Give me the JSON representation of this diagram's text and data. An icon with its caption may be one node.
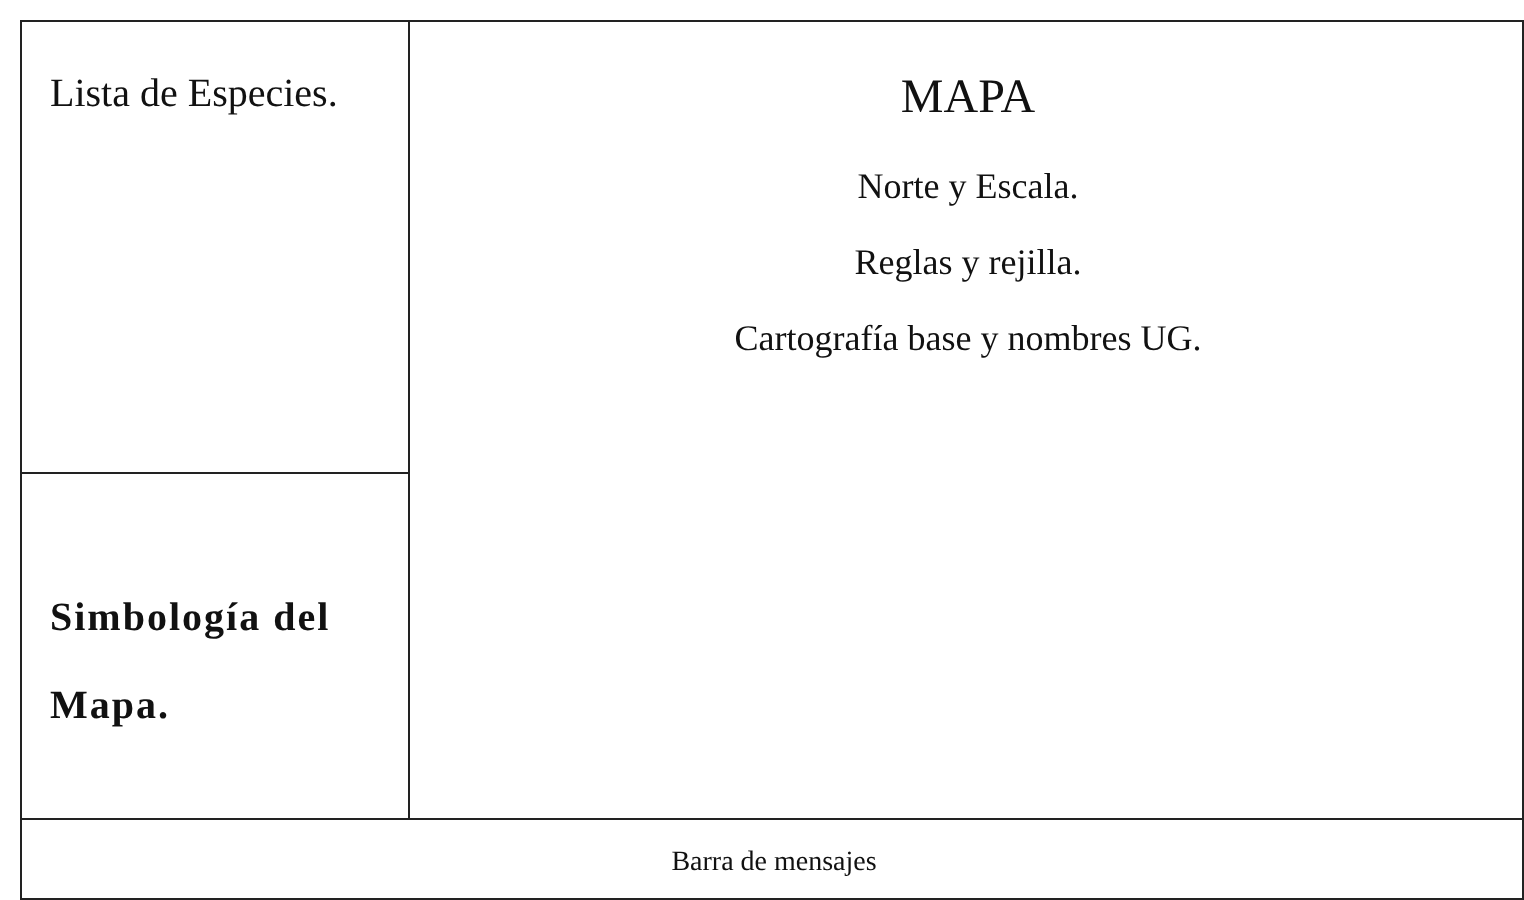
{
  "diagram": {
    "nodes": [
      {
        "text": [
          "Lista de Especies."
        ]
      },
      {
        "text": [
          "Simbología del Mapa."
        ]
      },
      {
        "text": [
          "MAPA",
          "Norte y Escala.",
          "Reglas y rejilla.",
          "Cartografía base y nombres UG."
        ]
      },
      {
        "text": [
          "Barra de mensajes"
        ]
      }
    ]
  }
}
